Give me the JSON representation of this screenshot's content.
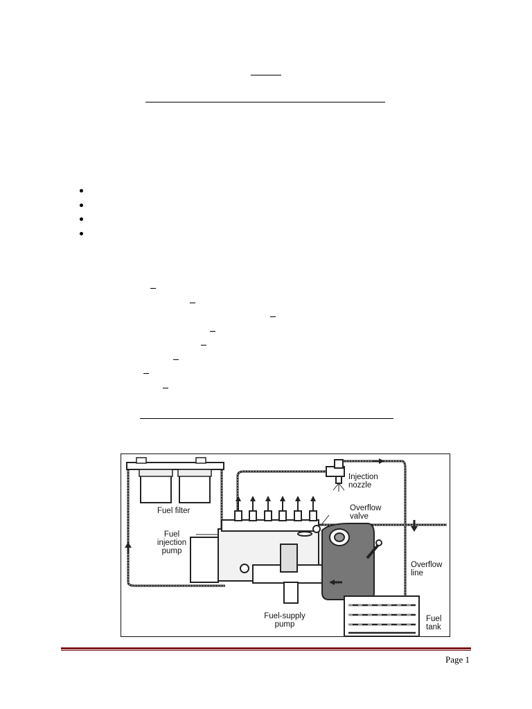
{
  "figure": {
    "labels": {
      "fuel_filter": "Fuel filter",
      "fuel_injection_pump": [
        "Fuel",
        "injection",
        "pump"
      ],
      "injection_nozzle": [
        "Injection",
        "nozzle"
      ],
      "overflow_valve": [
        "Overflow",
        "valve"
      ],
      "overflow_line": [
        "Overflow",
        "line"
      ],
      "fuel_supply_pump": [
        "Fuel-supply",
        "pump"
      ],
      "fuel_tank": [
        "Fuel",
        "tank"
      ]
    }
  },
  "footer": {
    "page_label": "Page 1",
    "accent_color": "#7a1515"
  }
}
